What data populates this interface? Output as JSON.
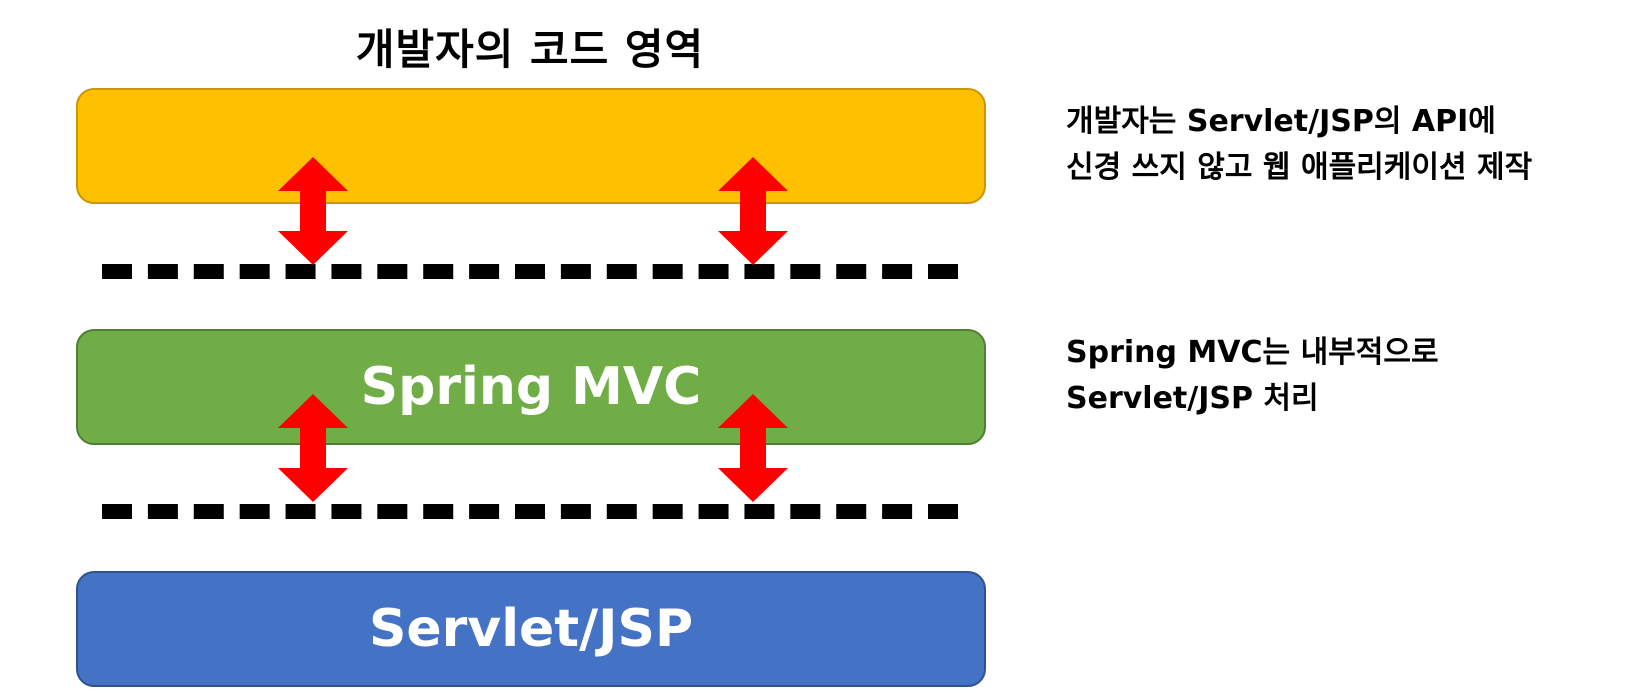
{
  "title": "개발자의 코드 영역",
  "layers": [
    {
      "label": "",
      "color": "#FFC000",
      "border": "#C99700"
    },
    {
      "label": "Spring MVC",
      "color": "#70AD47",
      "border": "#507E32"
    },
    {
      "label": "Servlet/JSP",
      "color": "#4472C4",
      "border": "#2F528F"
    }
  ],
  "arrow_color": "#FF0000",
  "dash_color": "#000000",
  "notes": [
    {
      "lines": [
        "개발자는 Servlet/JSP의 API에",
        "신경 쓰지 않고 웹 애플리케이션 제작"
      ]
    },
    {
      "lines": [
        "Spring MVC는 내부적으로",
        "Servlet/JSP 처리"
      ]
    }
  ]
}
